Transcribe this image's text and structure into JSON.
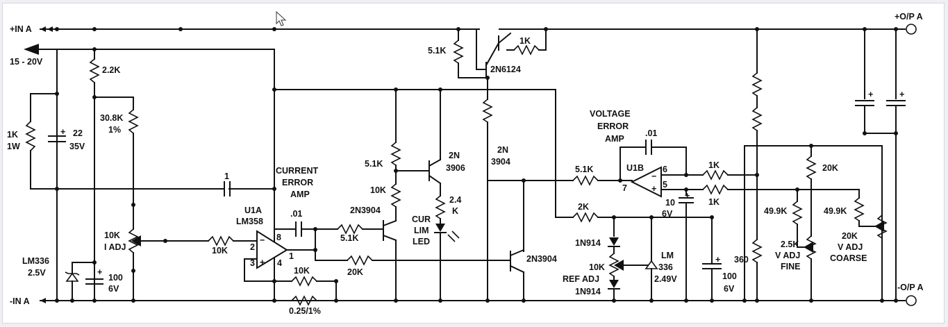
{
  "colors": {
    "wire": "#111111",
    "background": "#ffffff",
    "frame": "#eef0f3"
  },
  "labels": {
    "in_pos": "+IN A",
    "in_range": "15 - 20V",
    "in_neg": "-IN A",
    "out_pos": "+O/P A",
    "out_neg": "-O/P A",
    "r_2k2": "2.2K",
    "r_1k1w_a": "1K",
    "r_1k1w_b": "1W",
    "c_22": "22",
    "c_22v": "35V",
    "r_30k8": "30.8K",
    "r_30k8_tol": "1%",
    "c_1": "1",
    "r_10k_iadj": "10K",
    "r_10k_iadj_b": "I ADJ",
    "lm336_a": "LM336",
    "lm336_b": "2.5V",
    "c_100": "100",
    "c_100v": "6V",
    "r_10k_in": "10K",
    "u1a": "U1A",
    "lm358": "LM358",
    "cur_amp_1": "CURRENT",
    "cur_amp_2": "ERROR",
    "cur_amp_3": "AMP",
    "c_01a": ".01",
    "pin_8": "8",
    "pin_2": "2",
    "pin_3": "3",
    "pin_4": "4",
    "pin_1": "1",
    "r_10k_fb": "10K",
    "r_shunt": "0.25/1%",
    "r_5k1_b": "5.1K",
    "r_20k_b": "20K",
    "q_2n3904_a": "2N3904",
    "r_5k1_c": "5.1K",
    "r_10k_c": "10K",
    "q_2n3906_a": "2N",
    "q_2n3906_b": "3906",
    "r_2k4_a": "2.4",
    "r_2k4_b": "K",
    "led_1": "CUR",
    "led_2": "LIM",
    "led_3": "LED",
    "r_5k1_top": "5.1K",
    "q_2n6124": "2N6124",
    "r_1k_top": "1K",
    "q_2n3904_b1": "2N",
    "q_2n3904_b2": "3904",
    "q_2n3904_c": "2N3904",
    "volt_1": "VOLTAGE",
    "volt_2": "ERROR",
    "volt_3": "AMP",
    "c_01b": ".01",
    "u1b": "U1B",
    "pin_6": "6",
    "pin_7": "7",
    "pin_5": "5",
    "r_5k1_v": "5.1K",
    "r_2k_v": "2K",
    "r_1k_v1": "1K",
    "r_1k_v2": "1K",
    "c_10": "10",
    "c_10v": "6V",
    "d_1n914_a": "1N914",
    "d_1n914_b": "1N914",
    "r_refadj_1": "10K",
    "r_refadj_2": "REF ADJ",
    "lm_336_1": "LM",
    "lm_336_2": "336",
    "lm_336_3": "2.49V",
    "c_100b": "100",
    "c_100b_v": "6V",
    "r_360": "360",
    "r_20k_d": "20K",
    "r_49k9_a": "49.9K",
    "r_49k9_b": "49.9K",
    "vadj_fine_1": "2.5K",
    "vadj_fine_2": "V ADJ",
    "vadj_fine_3": "FINE",
    "vadj_coarse_1": "20K",
    "vadj_coarse_2": "V ADJ",
    "vadj_coarse_3": "COARSE"
  }
}
